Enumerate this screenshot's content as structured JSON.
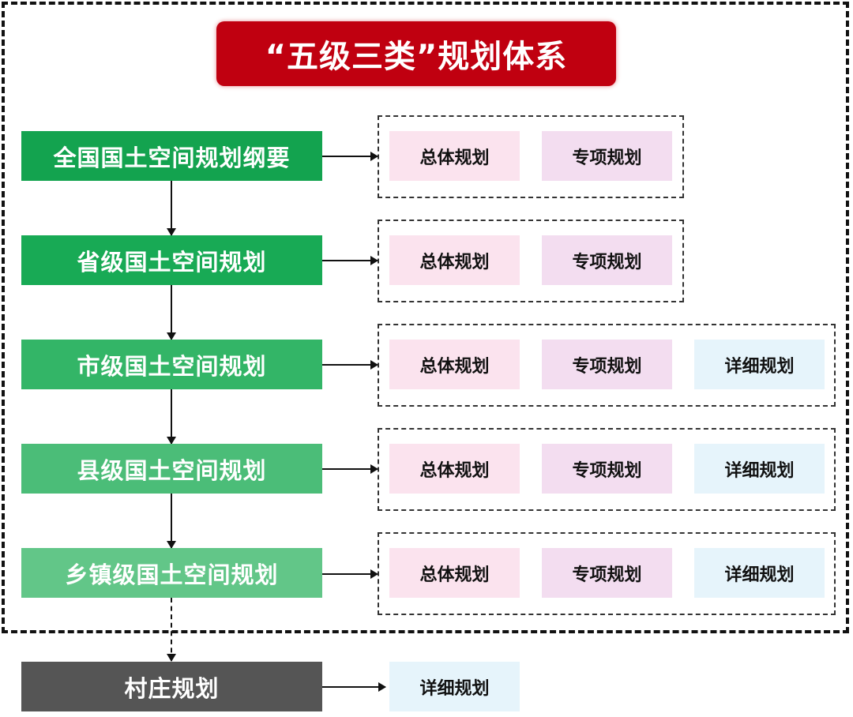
{
  "title": "“五级三类”规划体系",
  "colors": {
    "title_bg": "#c00010",
    "level_national": "#13a34f",
    "level_province": "#18aa55",
    "level_city": "#33b567",
    "level_county": "#4bbd78",
    "level_township": "#62c688",
    "village_bg": "#555555",
    "overall_chip": "#fbe3ee",
    "special_chip": "#f3ddf0",
    "detail_chip": "#e6f4fb"
  },
  "levels": [
    {
      "label": "全国国土空间规划纲要",
      "types": [
        "总体规划",
        "专项规划"
      ]
    },
    {
      "label": "省级国土空间规划",
      "types": [
        "总体规划",
        "专项规划"
      ]
    },
    {
      "label": "市级国土空间规划",
      "types": [
        "总体规划",
        "专项规划",
        "详细规划"
      ]
    },
    {
      "label": "县级国土空间规划",
      "types": [
        "总体规划",
        "专项规划",
        "详细规划"
      ]
    },
    {
      "label": "乡镇级国土空间规划",
      "types": [
        "总体规划",
        "专项规划",
        "详细规划"
      ]
    }
  ],
  "village": {
    "label": "村庄规划",
    "types": [
      "详细规划"
    ]
  }
}
